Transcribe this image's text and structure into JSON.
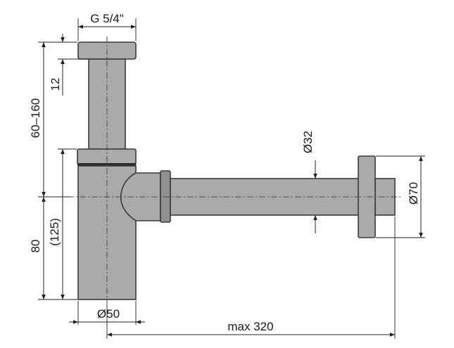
{
  "dimensions": {
    "thread": "G 5/4\"",
    "cap_height": "12",
    "upper_range": "60–160",
    "lower_height": "80",
    "lower_height_alt": "(125)",
    "body_diameter": "Ø50",
    "pipe_diameter": "Ø32",
    "rosette_diameter": "Ø70",
    "max_length": "max 320"
  },
  "colors": {
    "metal": "#a9aaac",
    "outline": "#3a3a3c",
    "band": "#2b2b2d"
  }
}
